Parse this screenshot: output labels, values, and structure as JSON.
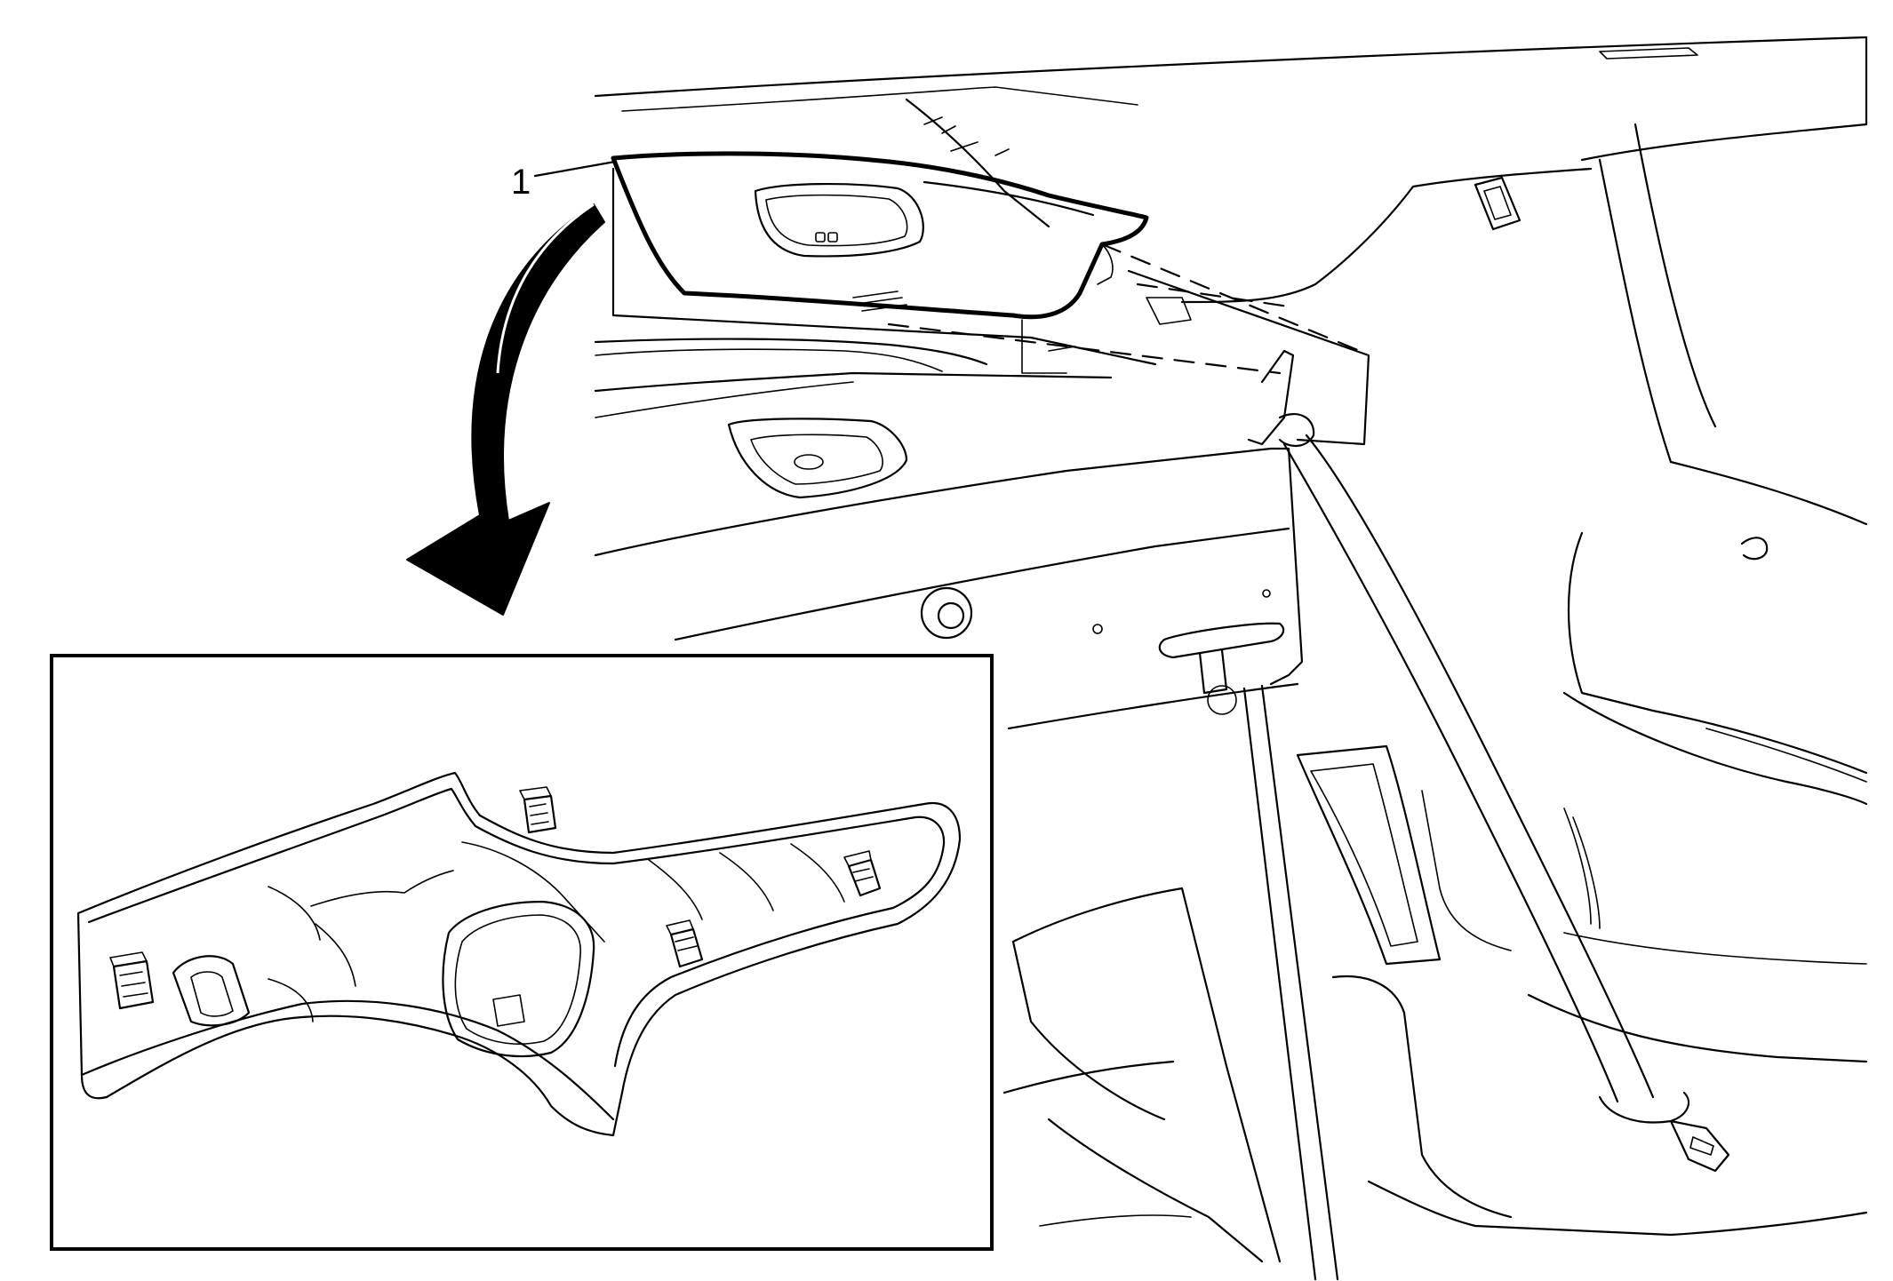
{
  "diagram": {
    "callouts": [
      {
        "id": "part-1",
        "label": "1"
      }
    ],
    "arrow": {
      "icon": "curved-arrow-down-icon",
      "meaning": "remove-direction"
    },
    "inset": {
      "icon": "trim-panel-detail-view"
    },
    "colors": {
      "line": "#000000",
      "background": "#ffffff"
    }
  }
}
